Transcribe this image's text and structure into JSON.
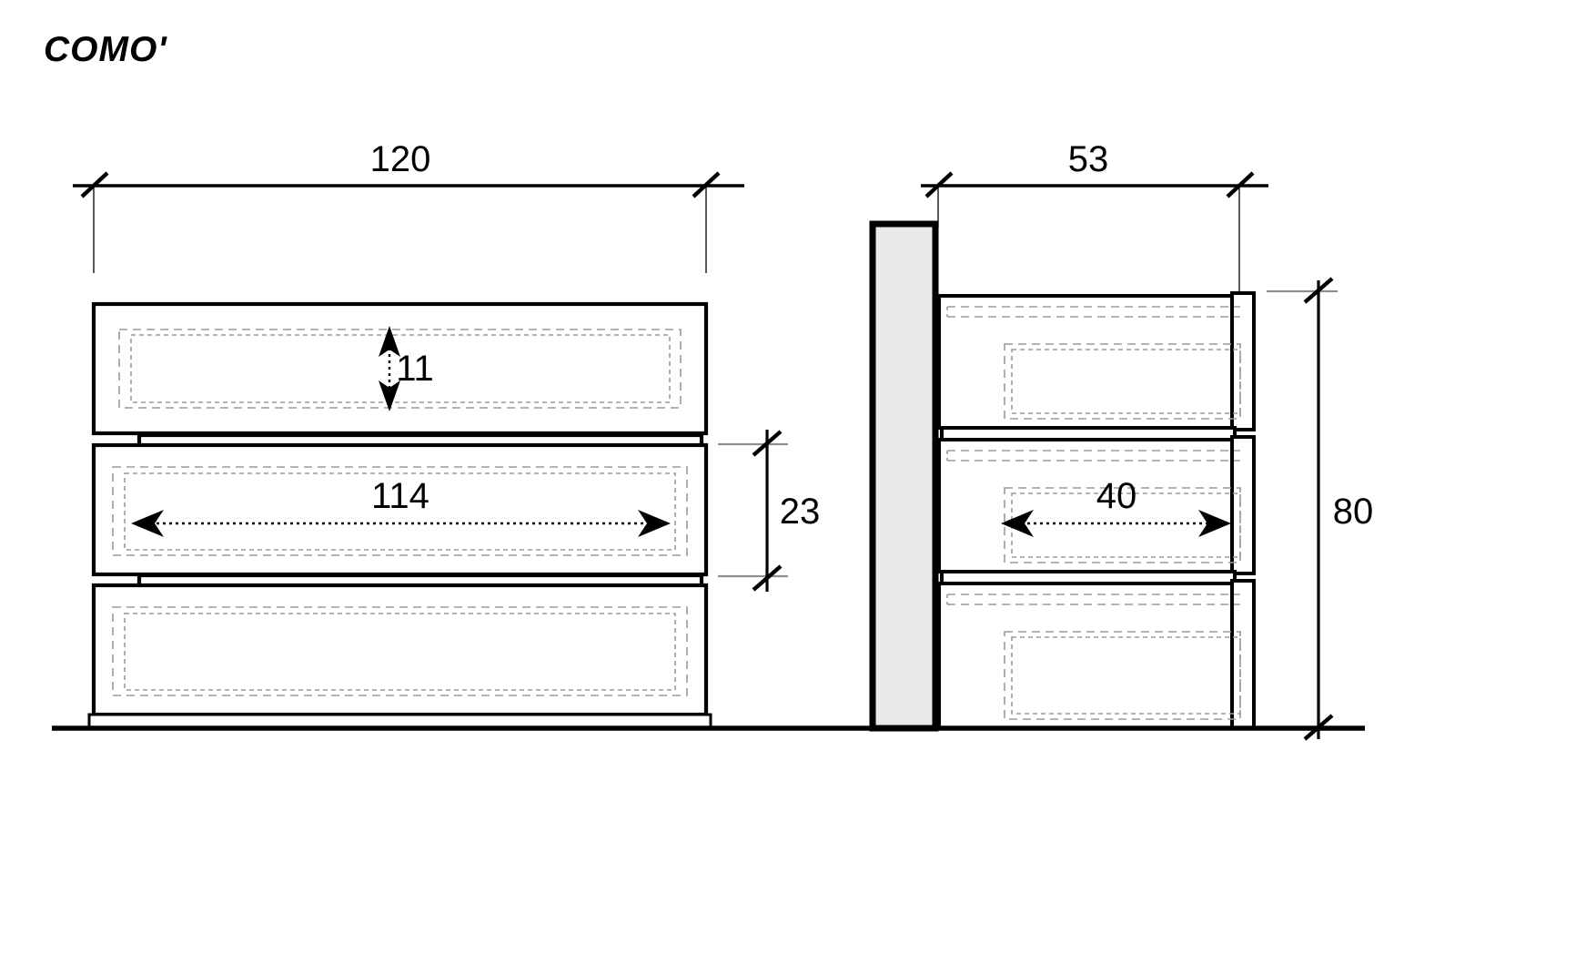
{
  "drawing": {
    "title": "COMO'",
    "units": "cm",
    "view_type": "furniture elevation and side section"
  },
  "dimensions": {
    "front_width": "120",
    "drawer_front_height": "11",
    "drawer_inner_width": "114",
    "drawer_band_height": "23",
    "side_depth": "53",
    "side_inner_depth": "40",
    "total_height": "80"
  },
  "elements": {
    "front_unit_label": "front-elevation-cabinet",
    "side_unit_label": "side-section-cabinet",
    "wall_panel_label": "wall-panel",
    "ground_line_label": "ground-line"
  },
  "colors": {
    "line": "#000000",
    "hidden_line": "#9a9a9a",
    "wall_fill": "#e9e9e9",
    "background": "#ffffff"
  }
}
